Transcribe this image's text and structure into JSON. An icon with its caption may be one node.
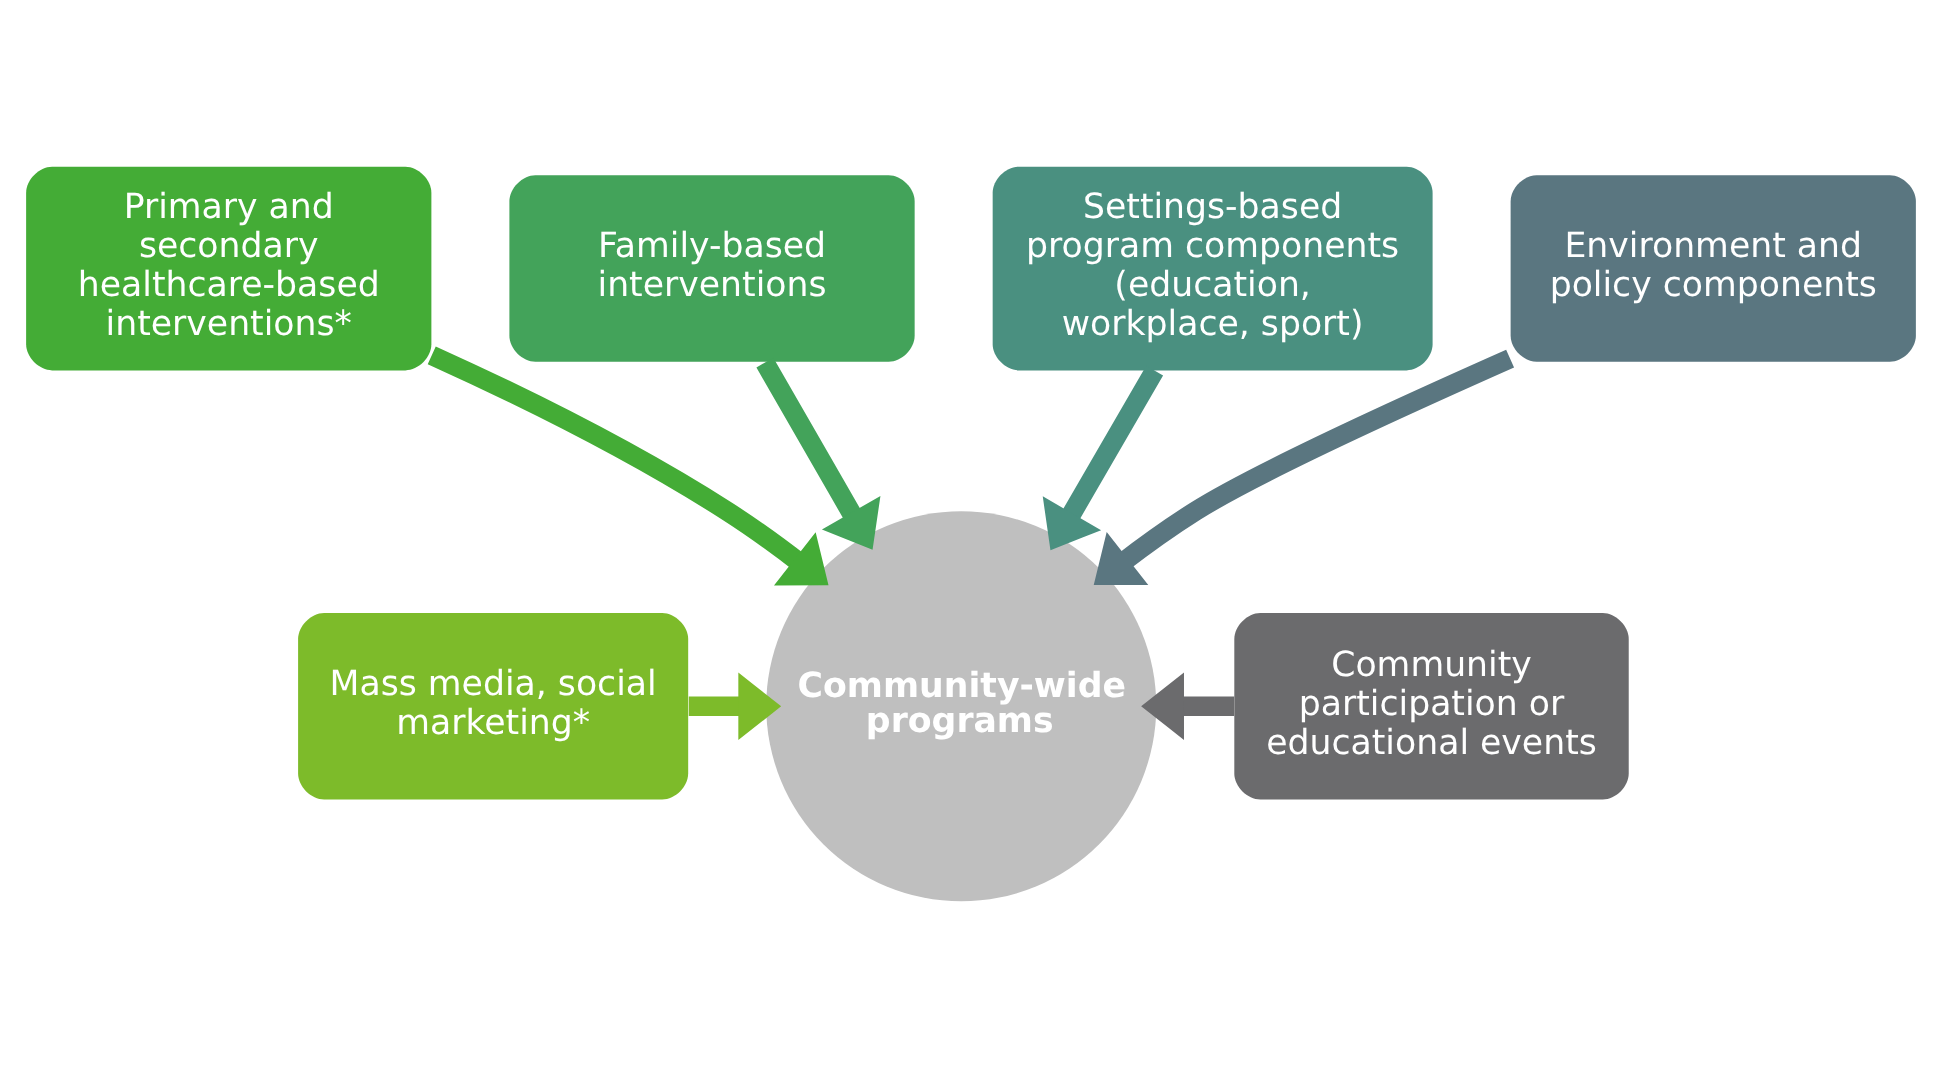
{
  "diagram": {
    "nodes": [
      {
        "text": [
          "Family-based interventions"
        ]
      },
      {
        "text": [
          "Settings-based program components (education, workplace, sport)"
        ]
      },
      {
        "text": [
          "Primary and secondary healthcare-based interventions*"
        ]
      },
      {
        "text": [
          "Environment and policy components"
        ]
      },
      {
        "text": [
          "Mass media, social marketing*"
        ]
      },
      {
        "text": [
          "Community-wide programs"
        ]
      },
      {
        "text": [
          "Community participation or educational events"
        ]
      }
    ],
    "edges": [
      {
        "from": 0,
        "to": 5,
        "arrow": "to",
        "color": "#43a35a"
      },
      {
        "from": 1,
        "to": 5,
        "arrow": "to",
        "color": "#4a9080"
      },
      {
        "from": 2,
        "to": 5,
        "arrow": "to",
        "color": "#44ac36"
      },
      {
        "from": 3,
        "to": 5,
        "arrow": "to",
        "color": "#5a7680"
      },
      {
        "from": 4,
        "to": 5,
        "arrow": "to",
        "color": "#7dbb2a"
      },
      {
        "from": 6,
        "to": 5,
        "arrow": "to",
        "color": "#6b6b6d"
      }
    ]
  }
}
